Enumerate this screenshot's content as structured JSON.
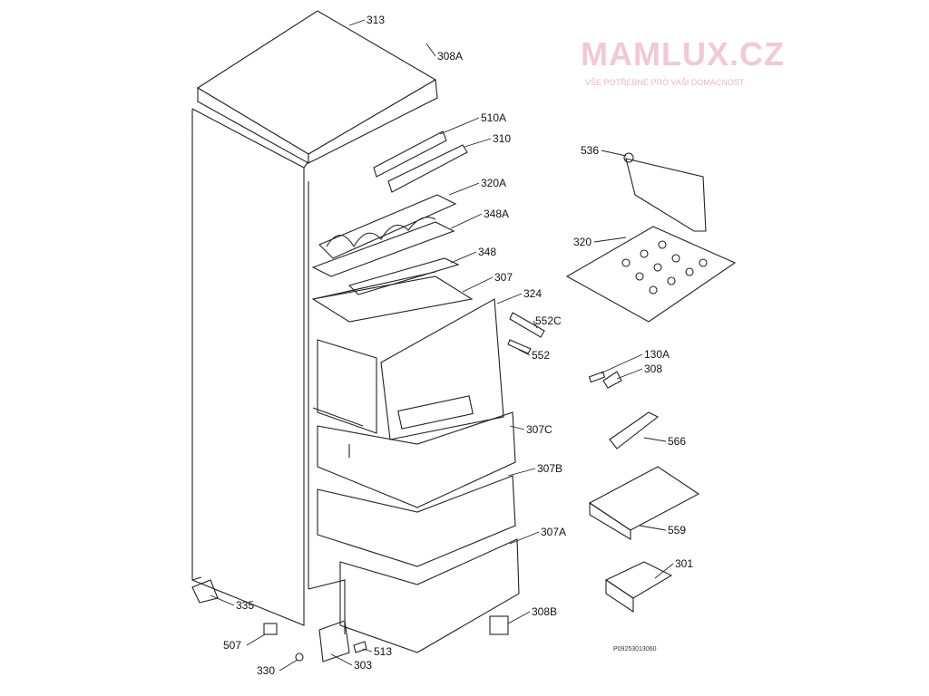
{
  "labels": [
    "313",
    "308A",
    "510A",
    "310",
    "320A",
    "348A",
    "348",
    "307",
    "324",
    "552C",
    "552",
    "130A",
    "308",
    "536",
    "320",
    "307C",
    "307B",
    "307A",
    "566",
    "559",
    "301",
    "308B",
    "335",
    "507",
    "513",
    "330",
    "303"
  ],
  "drawing_code": "P09253013060",
  "watermark": {
    "brand": "MAMLUX.CZ",
    "tagline": "VŠE POTŘEBNÉ PRO VAŠI DOMÁCNOST"
  }
}
